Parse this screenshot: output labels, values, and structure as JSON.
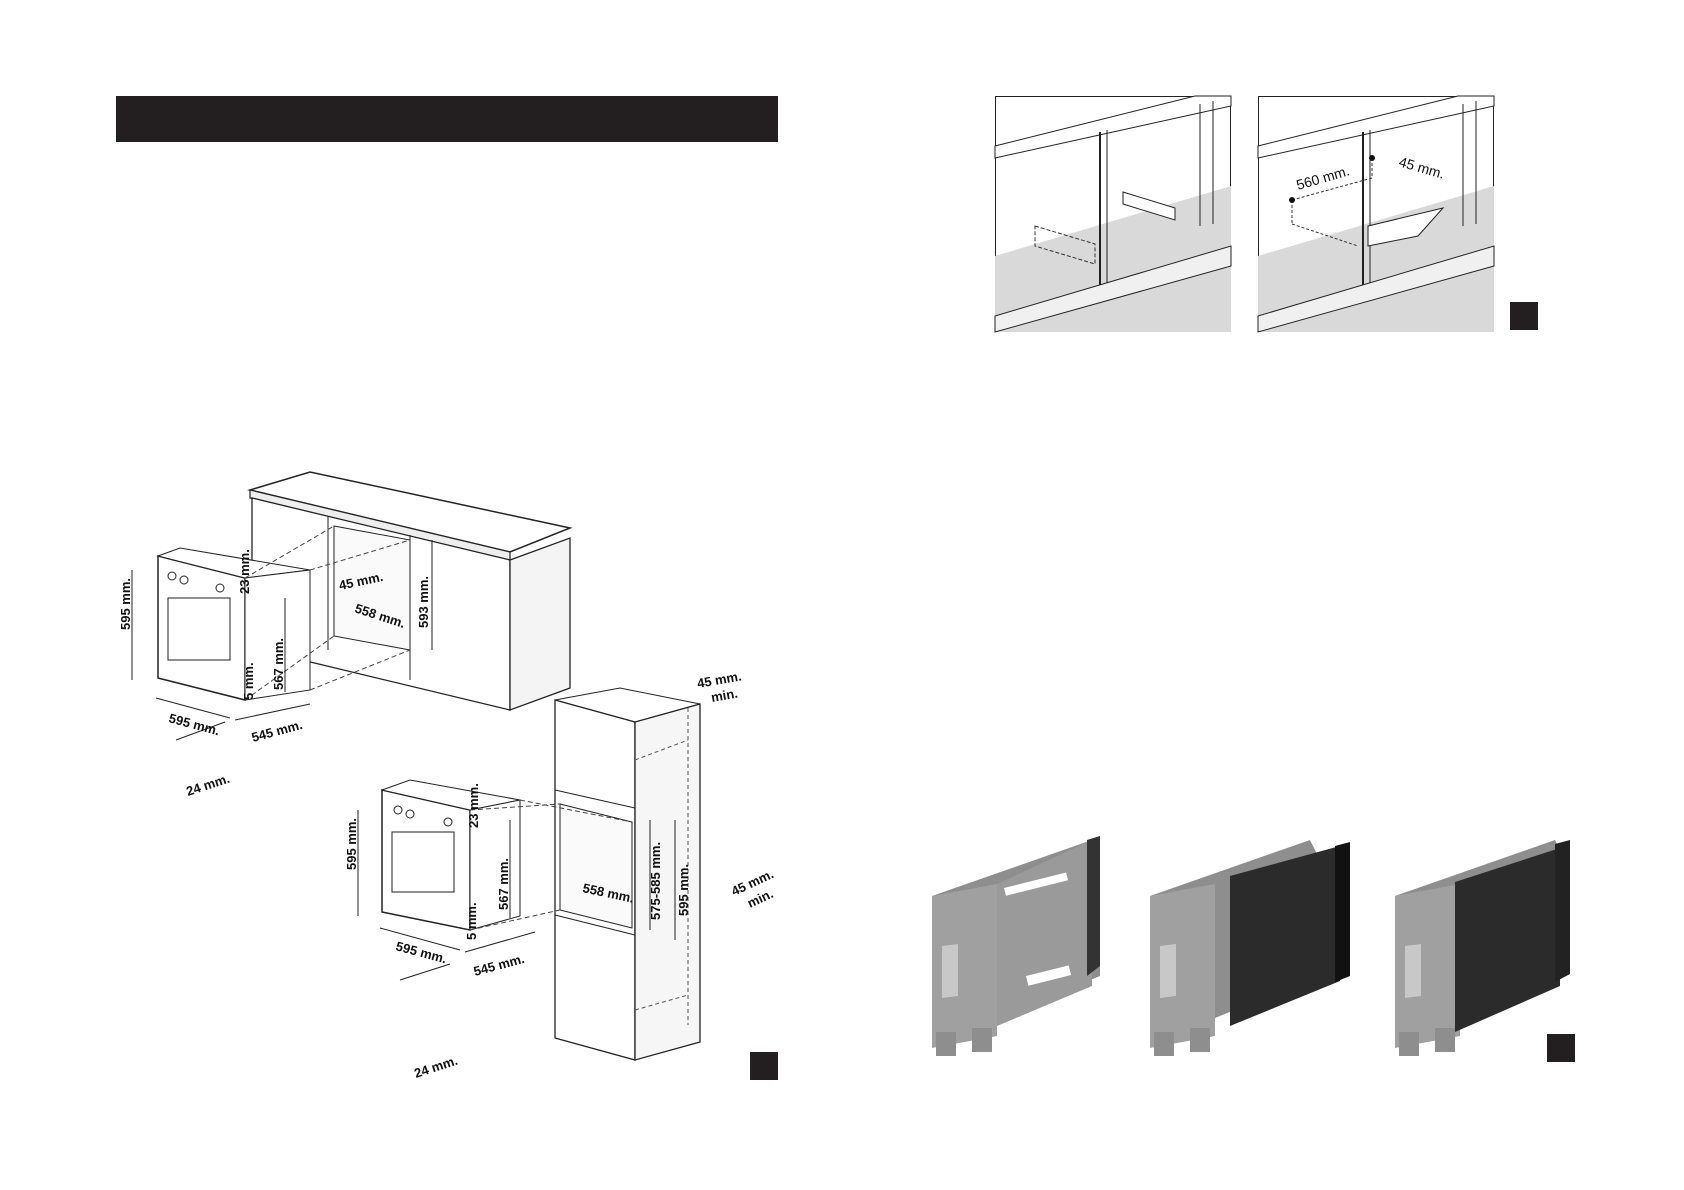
{
  "left_page": {
    "header_text": "",
    "figure_number": "",
    "top_drawing": {
      "labels": {
        "oven_height": "595 mm.",
        "oven_width": "595 mm.",
        "oven_depth": "545 mm.",
        "door_depth": "24 mm.",
        "gap_top": "23 mm.",
        "gap_bottom": "5 mm.",
        "inner_height": "567 mm.",
        "niche_depth_gap": "45 mm.",
        "niche_width": "558 mm.",
        "niche_height": "593 mm."
      }
    },
    "bottom_drawing": {
      "labels": {
        "oven_height": "595 mm.",
        "oven_width": "595 mm.",
        "oven_depth": "545 mm.",
        "door_depth": "24 mm.",
        "gap_top": "23 mm.",
        "gap_bottom": "5 mm.",
        "inner_height": "567 mm.",
        "niche_width": "558 mm.",
        "niche_height_range": "575-585 mm.",
        "column_height": "595 mm.",
        "rear_gap_top": "45 mm.",
        "rear_gap_top_suffix": "min.",
        "rear_gap_side": "45 mm.",
        "rear_gap_side_suffix": "min."
      }
    }
  },
  "right_page": {
    "figure_number_top": "",
    "figure_number_bottom": "",
    "cabinet_right_labels": {
      "width": "560 mm.",
      "gap": "45 mm."
    }
  }
}
